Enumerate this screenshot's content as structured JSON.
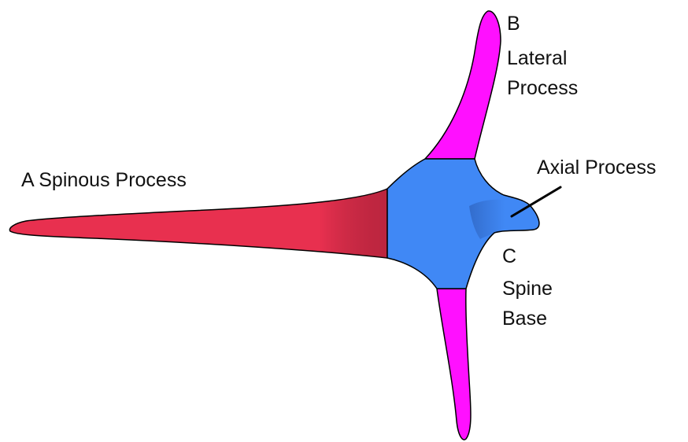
{
  "labels": {
    "spinous": "A Spinous Process",
    "lateral_letter": "B",
    "lateral_line1": "Lateral",
    "lateral_line2": "Process",
    "axial": "Axial Process",
    "base_letter": "C",
    "base_line1": "Spine",
    "base_line2": "Base"
  },
  "colors": {
    "spinous_fill": "#e8304f",
    "lateral_fill": "#ff10ff",
    "base_fill": "#4088f5",
    "outline": "#000000"
  }
}
